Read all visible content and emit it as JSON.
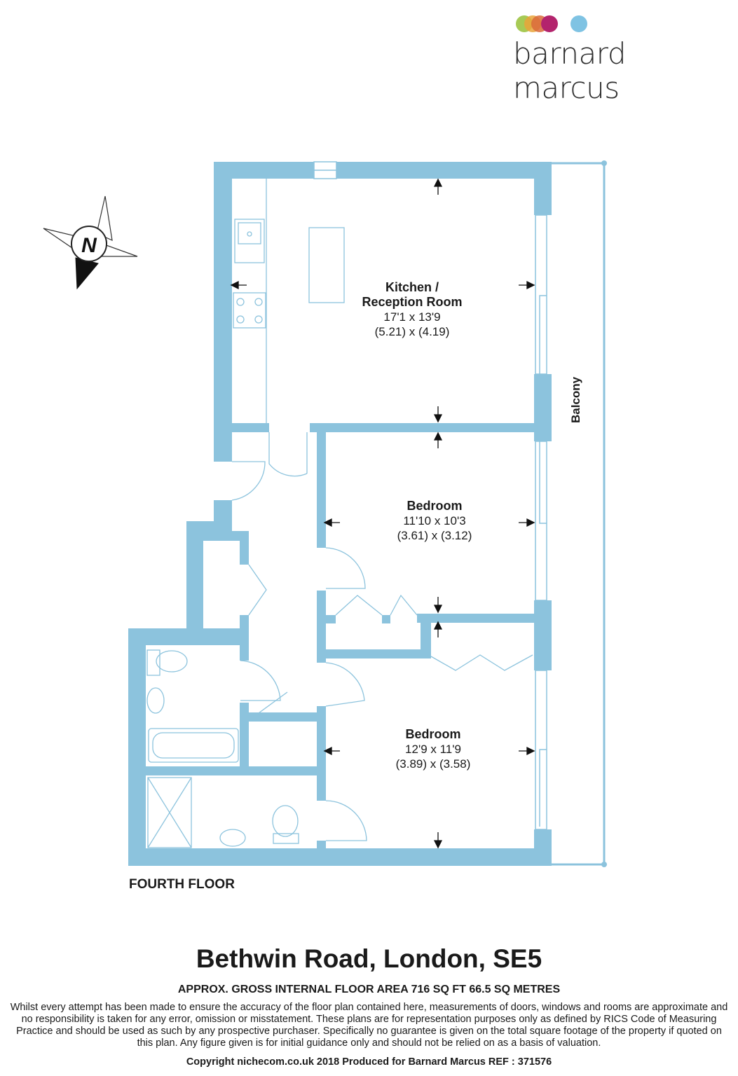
{
  "brand": {
    "name": "barnard marcus",
    "dot_colors": [
      "#9dc443",
      "#e9a53b",
      "#d96a3a",
      "#b3246d",
      "#7fc3e3"
    ]
  },
  "plan": {
    "wall_color": "#8cc3dd",
    "floor_name": "FOURTH FLOOR",
    "balcony_label": "Balcony",
    "compass_label": "N",
    "rooms": [
      {
        "name": "Kitchen /",
        "name2": "Reception Room",
        "imperial": "17'1 x 13'9",
        "metric": "(5.21) x (4.19)"
      },
      {
        "name": "Bedroom",
        "imperial": "11'10 x 10'3",
        "metric": "(3.61) x (3.12)"
      },
      {
        "name": "Bedroom",
        "imperial": "12'9 x 11'9",
        "metric": "(3.89) x (3.58)"
      }
    ]
  },
  "footer": {
    "address": "Bethwin Road, London, SE5",
    "area": "APPROX. GROSS INTERNAL FLOOR AREA 716 SQ FT 66.5 SQ METRES",
    "disclaimer": "Whilst every attempt has been made to ensure the accuracy of the floor plan contained here, measurements of doors, windows and rooms are approximate and no responsibility is taken for any error, omission or misstatement. These plans are for representation purposes only as defined by RICS Code of Measuring Practice and should be used as such by any prospective purchaser.  Specifically no guarantee is given on the total square footage of the property if quoted on this plan. Any figure given is for initial guidance only and should not be relied on as a basis of valuation.",
    "copyright": "Copyright nichecom.co.uk 2018    Produced for Barnard Marcus   REF : 371576"
  }
}
